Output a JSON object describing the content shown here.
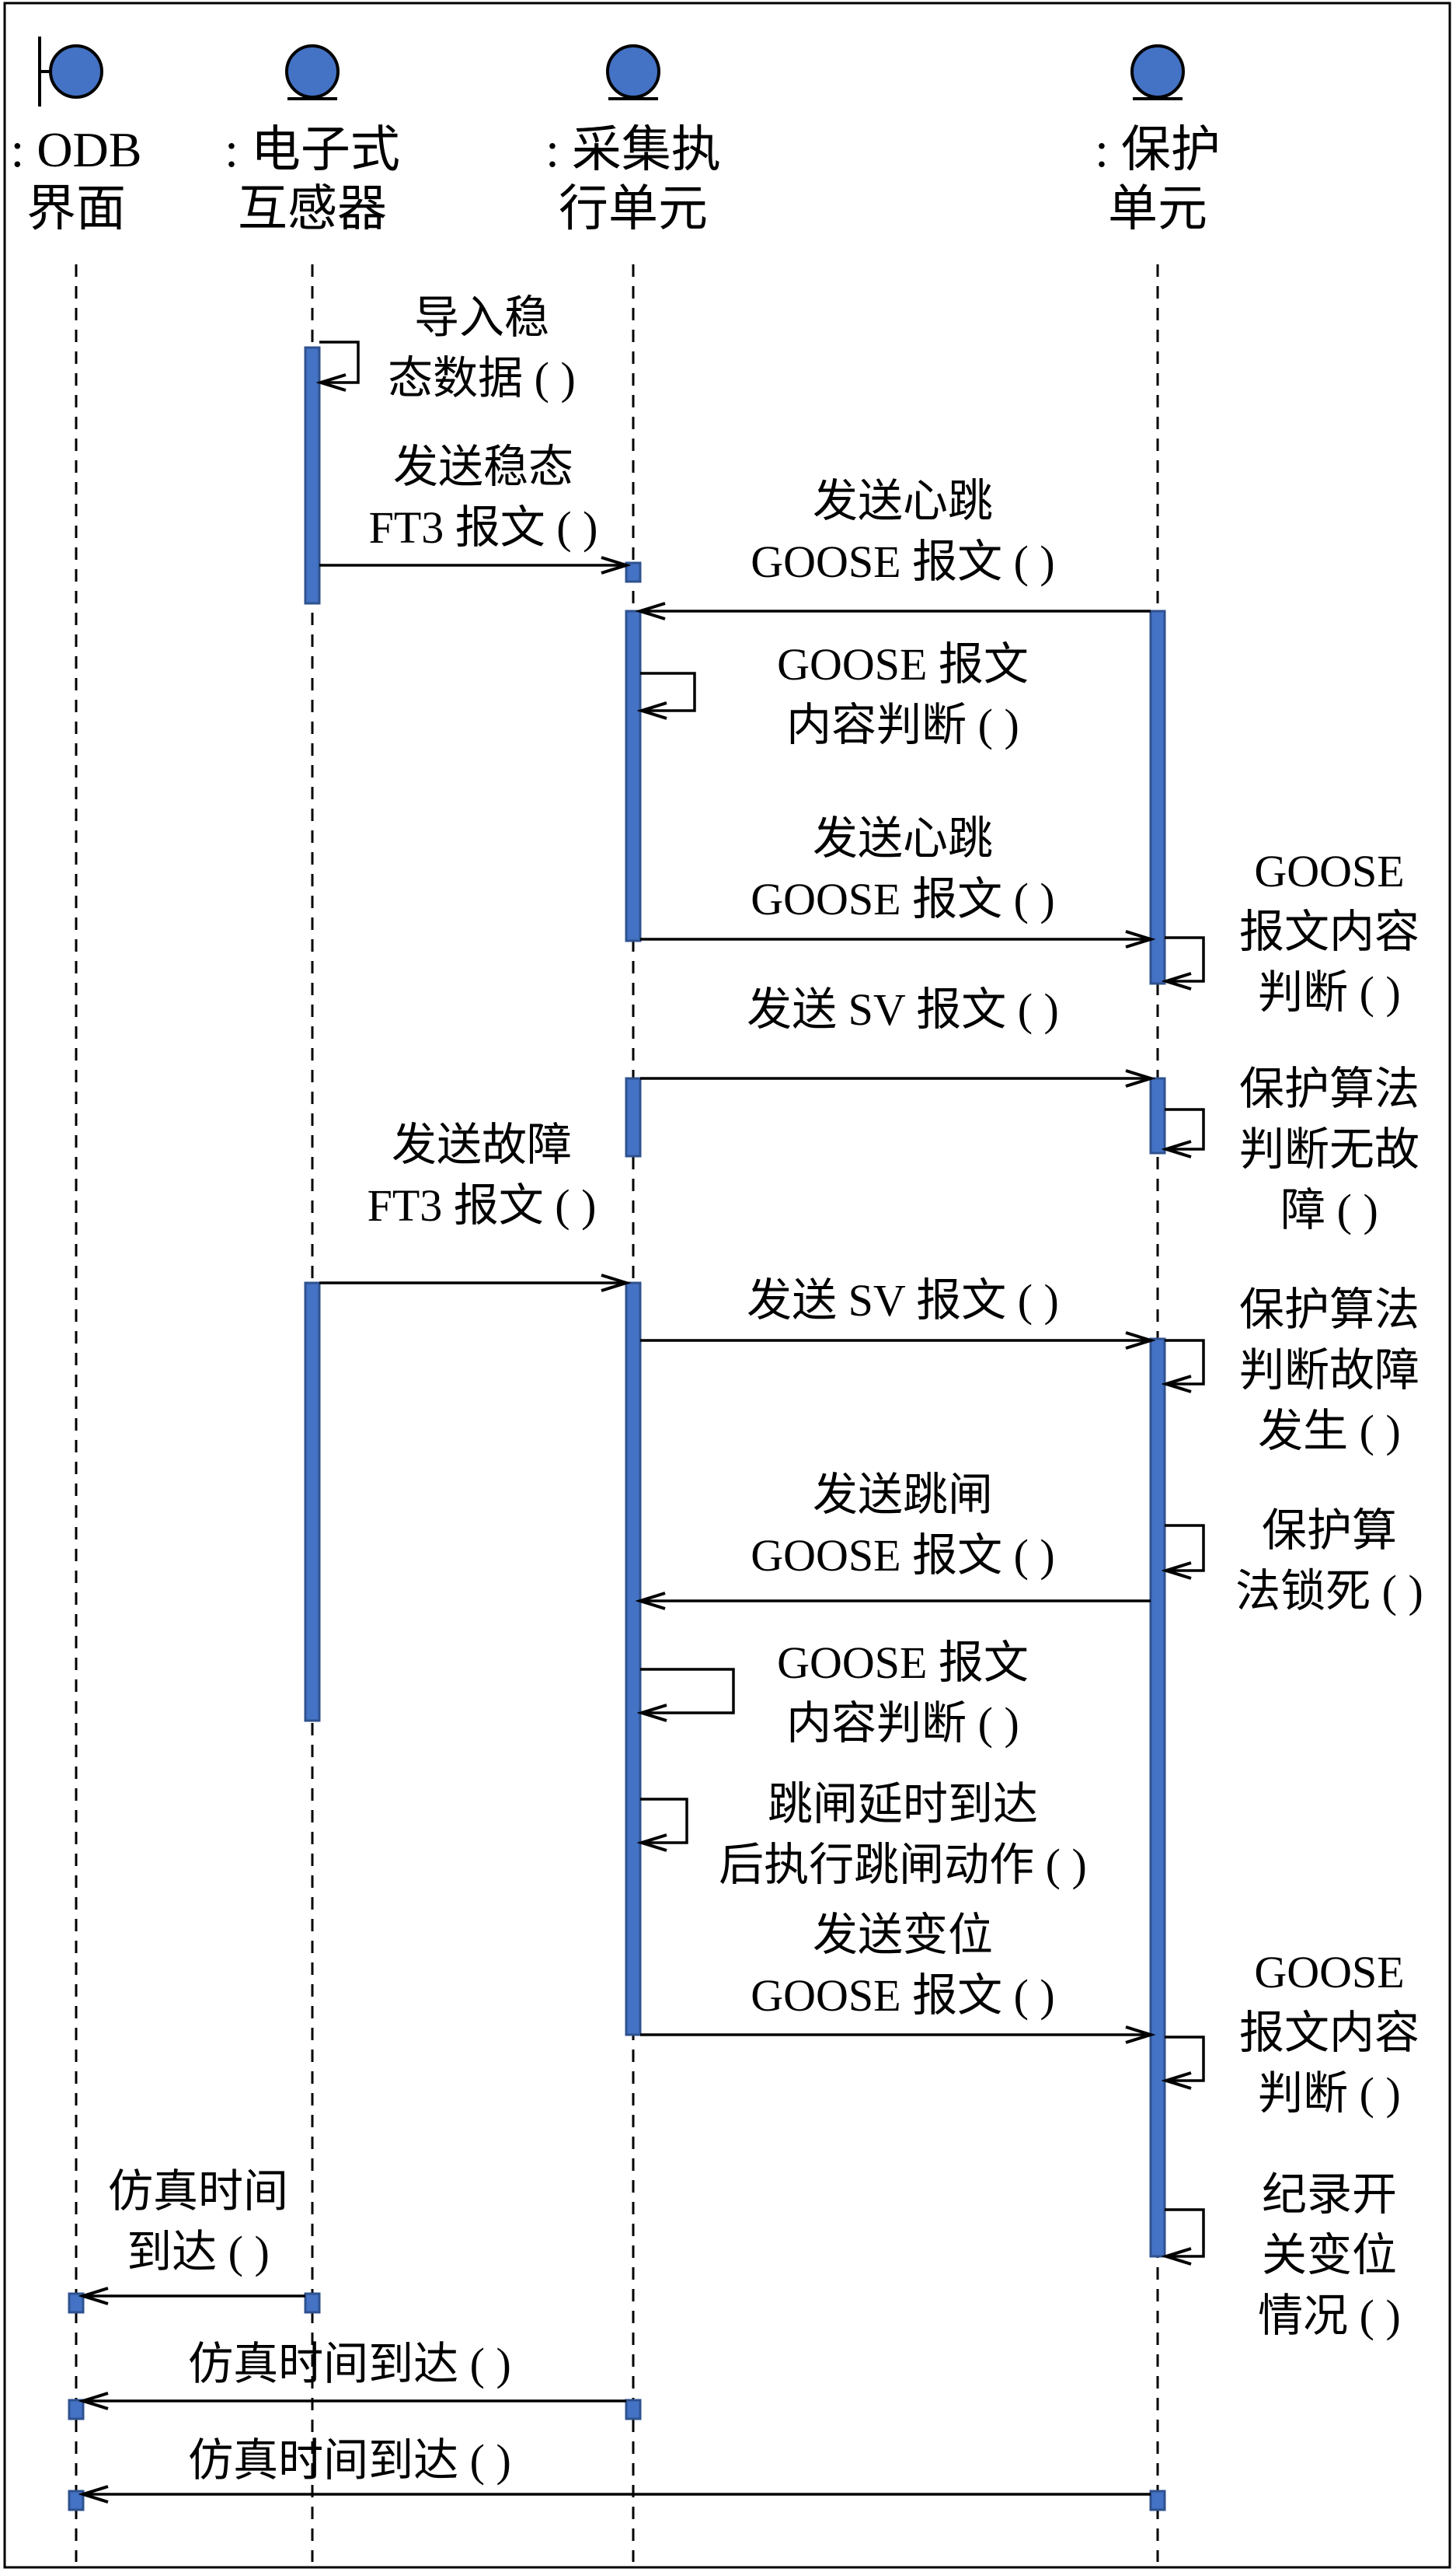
{
  "colors": {
    "actor_fill": "#4472C4",
    "activation_fill": "#4472C4",
    "activation_stroke": "#2F528F",
    "line": "#000000"
  },
  "lifelines": [
    {
      "id": "odb",
      "label_lines": [
        ": ODB",
        "界面"
      ],
      "icon": "boundary-icon"
    },
    {
      "id": "ect",
      "label_lines": [
        ": 电子式",
        "互感器"
      ],
      "icon": "entity-icon"
    },
    {
      "id": "merge",
      "label_lines": [
        ": 采集执",
        "行单元"
      ],
      "icon": "entity-icon"
    },
    {
      "id": "prot",
      "label_lines": [
        ": 保护",
        "单元"
      ],
      "icon": "entity-icon"
    }
  ],
  "messages": [
    {
      "label_lines": [
        "导入稳",
        "态数据 ( )"
      ]
    },
    {
      "label_lines": [
        "发送稳态",
        "FT3 报文 ( )"
      ]
    },
    {
      "label_lines": [
        "发送心跳",
        "GOOSE 报文 ( )"
      ]
    },
    {
      "label_lines": [
        "GOOSE 报文",
        "内容判断 ( )"
      ]
    },
    {
      "label_lines": [
        "发送心跳",
        "GOOSE 报文 ( )"
      ]
    },
    {
      "label_lines": [
        "GOOSE",
        "报文内容",
        "判断 ( )"
      ]
    },
    {
      "label_lines": [
        "发送 SV 报文 ( )"
      ]
    },
    {
      "label_lines": [
        "保护算法",
        "判断无故",
        "障 ( )"
      ]
    },
    {
      "label_lines": [
        "发送故障",
        "FT3 报文 ( )"
      ]
    },
    {
      "label_lines": [
        "发送 SV 报文 ( )"
      ]
    },
    {
      "label_lines": [
        "保护算法",
        "判断故障",
        "发生 ( )"
      ]
    },
    {
      "label_lines": [
        "发送跳闸",
        "GOOSE 报文 ( )"
      ]
    },
    {
      "label_lines": [
        "保护算",
        "法锁死 ( )"
      ]
    },
    {
      "label_lines": [
        "GOOSE 报文",
        "内容判断 ( )"
      ]
    },
    {
      "label_lines": [
        "跳闸延时到达",
        "后执行跳闸动作 ( )"
      ]
    },
    {
      "label_lines": [
        "发送变位",
        "GOOSE 报文 ( )"
      ]
    },
    {
      "label_lines": [
        "GOOSE",
        "报文内容",
        "判断 ( )"
      ]
    },
    {
      "label_lines": [
        "纪录开",
        "关变位",
        "情况 ( )"
      ]
    },
    {
      "label_lines": [
        "仿真时间",
        "到达 ( )"
      ]
    },
    {
      "label_lines": [
        "仿真时间到达 ( )"
      ]
    },
    {
      "label_lines": [
        "仿真时间到达 ( )"
      ]
    }
  ]
}
